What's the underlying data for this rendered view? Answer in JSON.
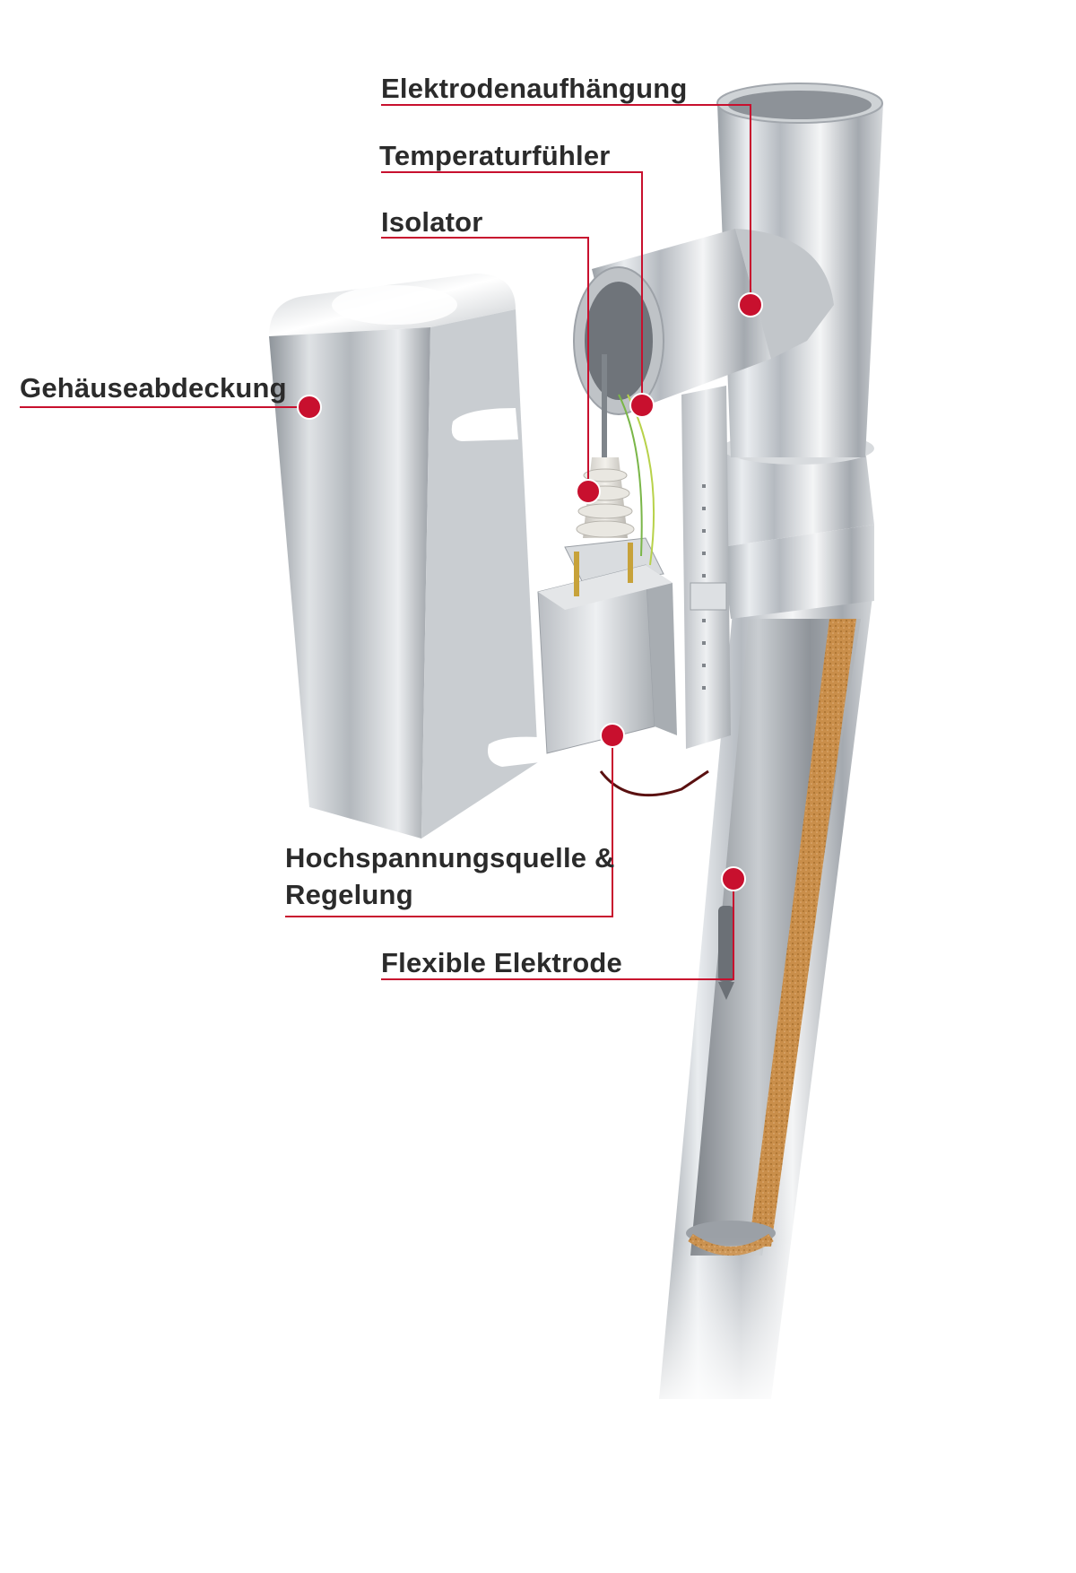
{
  "colors": {
    "accent_red": "#c8102e",
    "label_text": "#2b2b2b",
    "background": "#ffffff"
  },
  "labels": {
    "elektrodenaufhaengung": "Elektrodenaufhängung",
    "temperaturfuehler": "Temperaturfühler",
    "isolator": "Isolator",
    "gehaeuseabdeckung": "Gehäuseabdeckung",
    "hochspannung_line1": "Hochspannungsquelle &",
    "hochspannung_line2": "Regelung",
    "flexible_elektrode": "Flexible Elektrode"
  }
}
